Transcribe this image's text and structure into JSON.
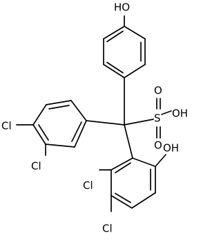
{
  "atom_labels": {
    "oh_top": "HO",
    "oh_sulfonic": "OH",
    "sulfur": "S",
    "o_sulfonyl_upper": "O",
    "o_sulfonyl_lower": "O",
    "oh_bottom_ring": "OH",
    "cl_ring_left_para": "Cl",
    "cl_ring_left_meta": "Cl",
    "cl_ring_bottom_ortho": "Cl",
    "cl_ring_bottom_meta": "Cl"
  }
}
